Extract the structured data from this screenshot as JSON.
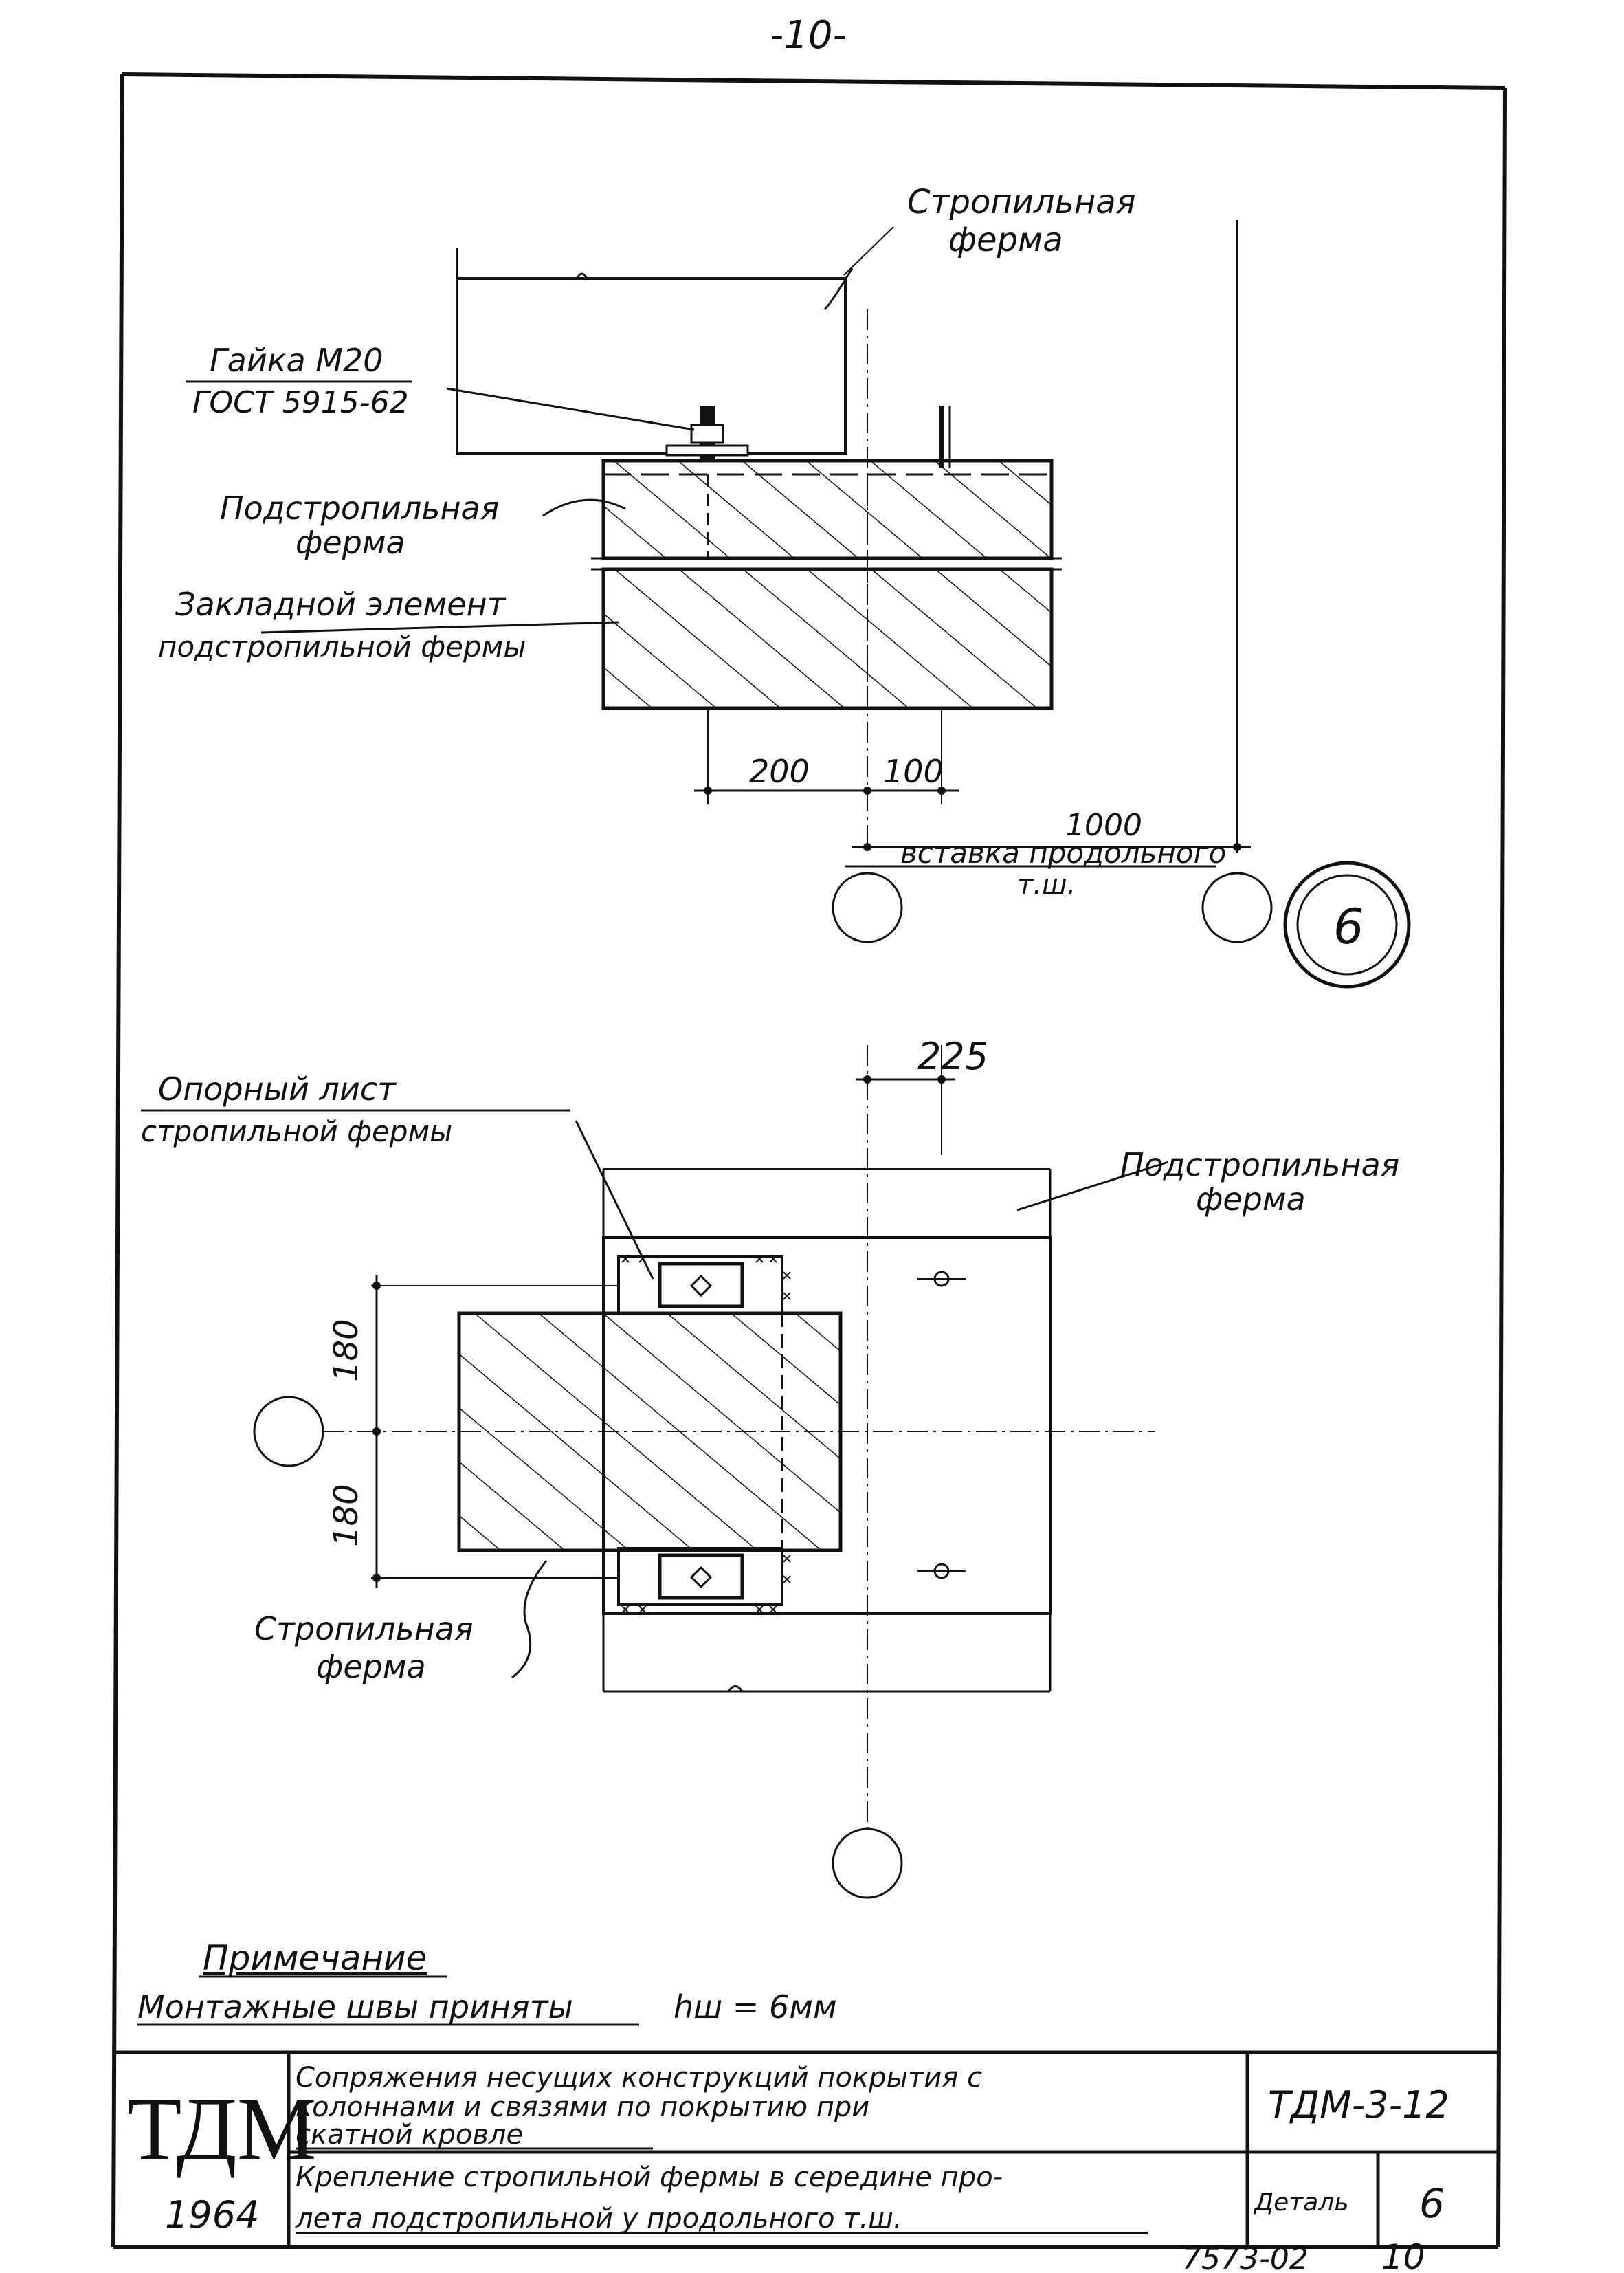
{
  "page_number": "-10-",
  "detail_marker": "6",
  "top_view": {
    "label_truss": [
      "Стропильная",
      "ферма"
    ],
    "label_nut": [
      "Гайка М20",
      "ГОСТ 5915-62"
    ],
    "label_sub_truss": [
      "Подстропильная",
      "ферма"
    ],
    "label_embedded": [
      "Закладной элемент",
      "подстропильной фермы"
    ],
    "dim_200": "200",
    "dim_100": "100",
    "dim_1000": "1000",
    "label_insert": [
      "вставка продольного",
      "т.ш."
    ]
  },
  "bottom_view": {
    "dim_225": "225",
    "label_support_plate": [
      "Опорный лист",
      "стропильной фермы"
    ],
    "label_sub_truss": [
      "Подстропильная",
      "ферма"
    ],
    "dim_180_upper": "180",
    "dim_180_lower": "180",
    "label_truss": [
      "Стропильная",
      "ферма"
    ]
  },
  "note": {
    "heading": "Примечание",
    "text": "Монтажные швы приняты",
    "weld": "hш = 6мм"
  },
  "title_block": {
    "logo": "ТДМ",
    "year": "1964",
    "title_line1": "Сопряжения несущих конструкций покрытия с",
    "title_line2": "колоннами и связями по покрытию при",
    "title_line3": "скатной кровле",
    "code": "ТДМ-3-12",
    "subtitle_line1": "Крепление стропильной фермы в середине про-",
    "subtitle_line2": "лета подстропильной у продольного т.ш.",
    "detail_label": "Деталь",
    "detail_value": "6"
  },
  "footer_code": "7573-02",
  "footer_sheet": "10"
}
